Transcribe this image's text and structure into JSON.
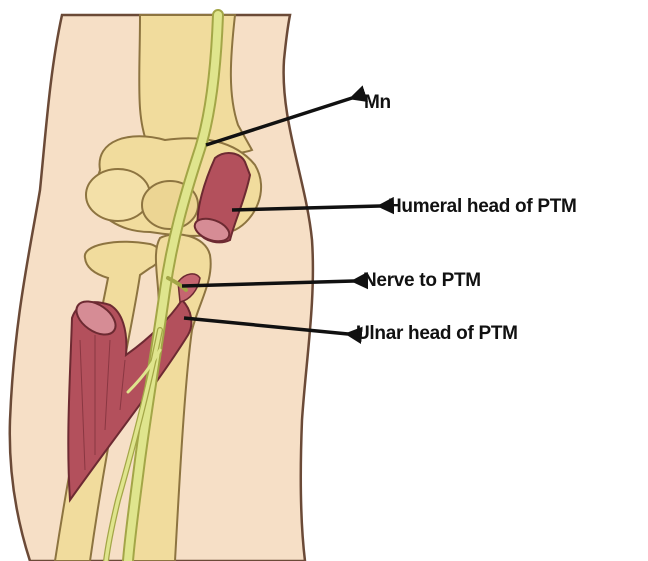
{
  "labels": {
    "median_nerve": "Mn",
    "humeral_head": "Humeral head of PTM",
    "nerve_to_ptm": "Nerve to PTM",
    "ulnar_head": "Ulnar head of PTM"
  },
  "colors": {
    "skin": "#f6dfc6",
    "skin_outline": "#6b4a37",
    "bone": "#f1dc9d",
    "bone_shadow": "#d8bd72",
    "nerve": "#dfe58d",
    "nerve_outline": "#a3a647",
    "muscle": "#b3505c",
    "muscle_light": "#d68c95",
    "arrow": "#111111"
  }
}
